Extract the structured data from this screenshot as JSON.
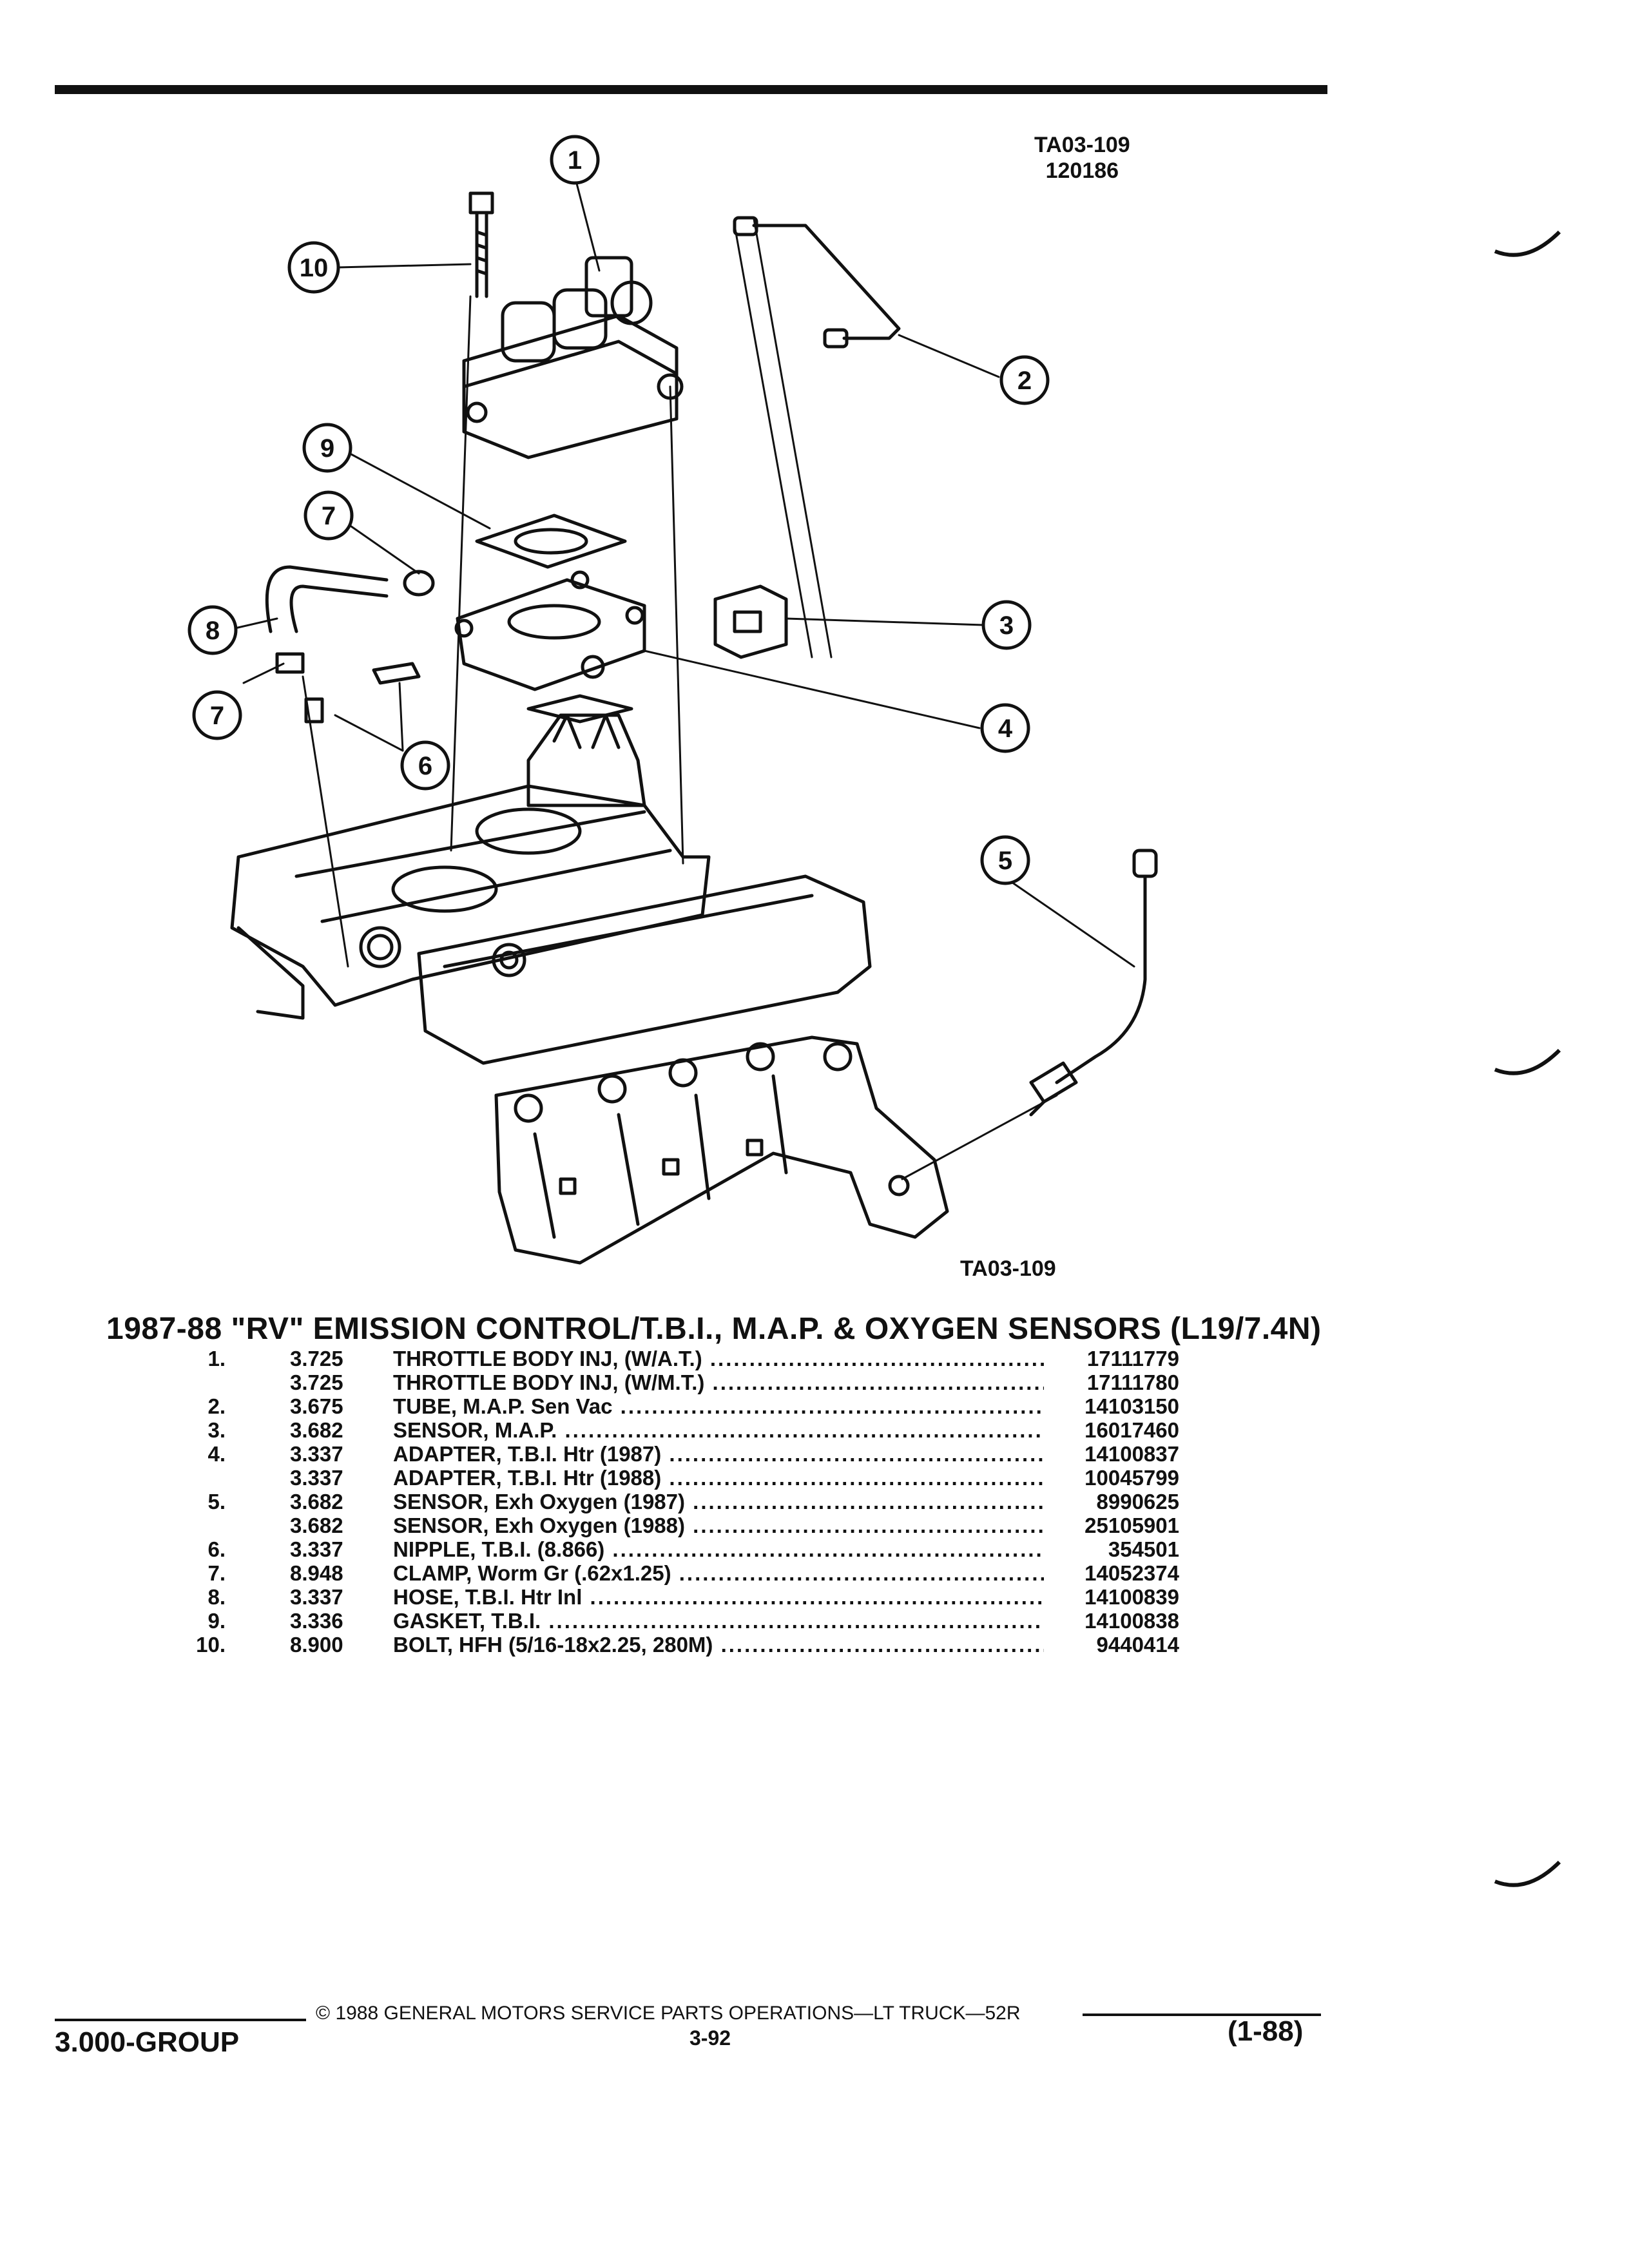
{
  "figure": {
    "id_top": "TA03-109",
    "date_code": "120186",
    "id_bottom": "TA03-109"
  },
  "callouts": [
    "1",
    "2",
    "3",
    "4",
    "5",
    "6",
    "7",
    "8",
    "9",
    "10",
    "7"
  ],
  "title": "1987-88 \"RV\" EMISSION CONTROL/T.B.I., M.A.P. & OXYGEN SENSORS (L19/7.4N)",
  "parts": [
    {
      "ref": "1.",
      "group": "3.725",
      "desc": "THROTTLE BODY INJ, (W/A.T.)",
      "pn": "17111779"
    },
    {
      "ref": "",
      "group": "3.725",
      "desc": "THROTTLE BODY INJ, (W/M.T.)",
      "pn": "17111780"
    },
    {
      "ref": "2.",
      "group": "3.675",
      "desc": "TUBE, M.A.P. Sen Vac",
      "pn": "14103150"
    },
    {
      "ref": "3.",
      "group": "3.682",
      "desc": "SENSOR, M.A.P.",
      "pn": "16017460"
    },
    {
      "ref": "4.",
      "group": "3.337",
      "desc": "ADAPTER, T.B.I. Htr (1987)",
      "pn": "14100837"
    },
    {
      "ref": "",
      "group": "3.337",
      "desc": "ADAPTER, T.B.I. Htr (1988)",
      "pn": "10045799"
    },
    {
      "ref": "5.",
      "group": "3.682",
      "desc": "SENSOR, Exh Oxygen (1987)",
      "pn": "8990625"
    },
    {
      "ref": "",
      "group": "3.682",
      "desc": "SENSOR, Exh Oxygen (1988)",
      "pn": "25105901"
    },
    {
      "ref": "6.",
      "group": "3.337",
      "desc": "NIPPLE, T.B.I. (8.866)",
      "pn": "354501"
    },
    {
      "ref": "7.",
      "group": "8.948",
      "desc": "CLAMP, Worm Gr (.62x1.25)",
      "pn": "14052374"
    },
    {
      "ref": "8.",
      "group": "3.337",
      "desc": "HOSE, T.B.I. Htr Inl",
      "pn": "14100839"
    },
    {
      "ref": "9.",
      "group": "3.336",
      "desc": "GASKET, T.B.I.",
      "pn": "14100838"
    },
    {
      "ref": "10.",
      "group": "8.900",
      "desc": "BOLT, HFH (5/16-18x2.25, 280M)",
      "pn": "9440414"
    }
  ],
  "footer": {
    "copyright": "© 1988 GENERAL MOTORS SERVICE PARTS OPERATIONS—LT TRUCK—52R",
    "page": "3-92",
    "group": "3.000-GROUP",
    "date": "(1-88)"
  }
}
